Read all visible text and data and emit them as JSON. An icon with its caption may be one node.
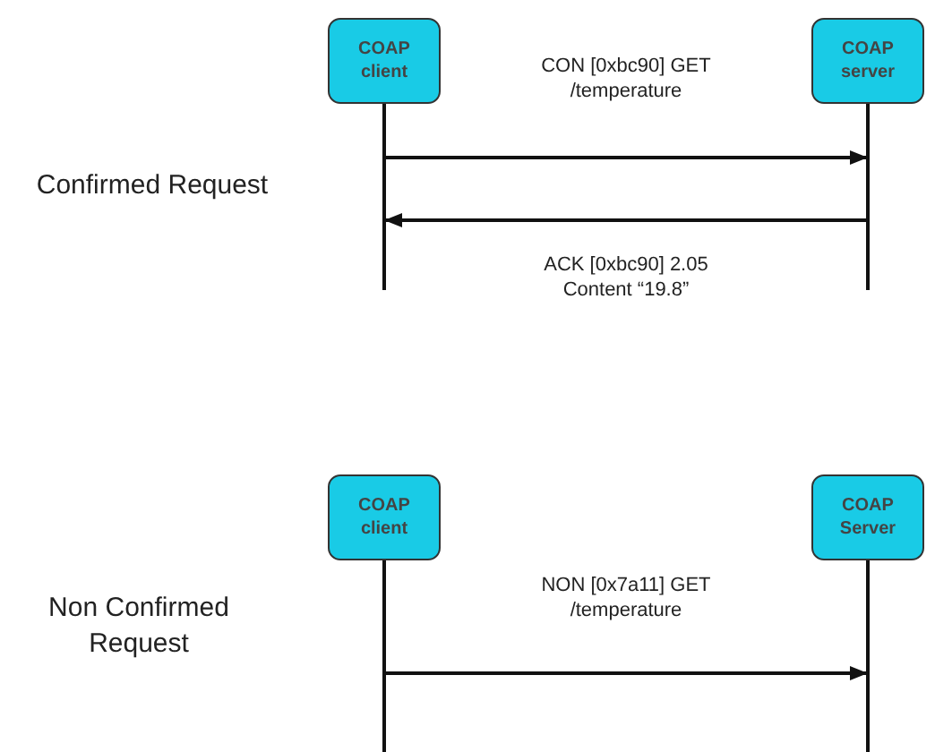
{
  "diagram": {
    "nodes": [
      {
        "text": [
          "COAP client"
        ]
      },
      {
        "text": [
          "COAP server"
        ]
      },
      {
        "text": [
          "COAP client"
        ]
      },
      {
        "text": [
          "COAP Server"
        ]
      }
    ],
    "edges": [
      {
        "from": 0,
        "to": 1,
        "arrow": "to",
        "label": "CON [0xbc90] GET /temperature"
      },
      {
        "from": 1,
        "to": 0,
        "arrow": "to",
        "label": "ACK [0xbc90] 2.05 Content “19.8”"
      },
      {
        "from": 2,
        "to": 3,
        "arrow": "to",
        "label": "NON [0x7a11] GET /temperature"
      }
    ],
    "labels": [
      "Confirmed Request",
      "Non Confirmed Request"
    ]
  }
}
